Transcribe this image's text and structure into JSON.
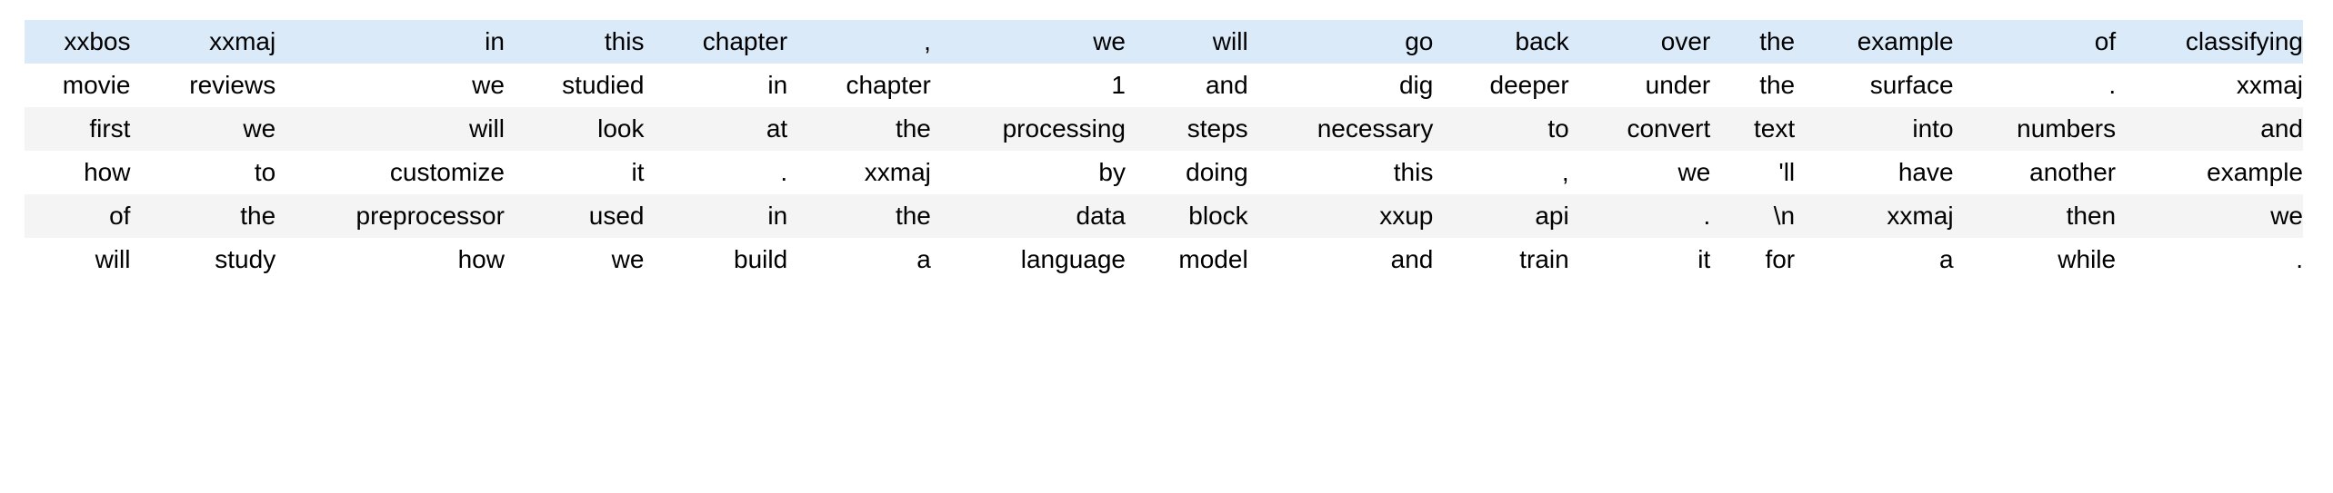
{
  "table": {
    "kind": "dataframe-token-grid",
    "row_count": 6,
    "column_count": 15,
    "colors": {
      "highlight_row_background": "#daeaf9",
      "striped_row_background": "#f4f4f4",
      "plain_row_background": "#ffffff",
      "text": "#000000",
      "page_background": "#ffffff"
    },
    "rows": [
      {
        "style": "highlight",
        "cells": [
          "xxbos",
          "xxmaj",
          "in",
          "this",
          "chapter",
          ",",
          "we",
          "will",
          "go",
          "back",
          "over",
          "the",
          "example",
          "of",
          "classifying"
        ]
      },
      {
        "style": "plain",
        "cells": [
          "movie",
          "reviews",
          "we",
          "studied",
          "in",
          "chapter",
          "1",
          "and",
          "dig",
          "deeper",
          "under",
          "the",
          "surface",
          ".",
          "xxmaj"
        ]
      },
      {
        "style": "striped",
        "cells": [
          "first",
          "we",
          "will",
          "look",
          "at",
          "the",
          "processing",
          "steps",
          "necessary",
          "to",
          "convert",
          "text",
          "into",
          "numbers",
          "and"
        ]
      },
      {
        "style": "plain",
        "cells": [
          "how",
          "to",
          "customize",
          "it",
          ".",
          "xxmaj",
          "by",
          "doing",
          "this",
          ",",
          "we",
          "'ll",
          "have",
          "another",
          "example"
        ]
      },
      {
        "style": "striped",
        "cells": [
          "of",
          "the",
          "preprocessor",
          "used",
          "in",
          "the",
          "data",
          "block",
          "xxup",
          "api",
          ".",
          "\\n",
          "xxmaj",
          "then",
          "we"
        ]
      },
      {
        "style": "plain",
        "cells": [
          "will",
          "study",
          "how",
          "we",
          "build",
          "a",
          "language",
          "model",
          "and",
          "train",
          "it",
          "for",
          "a",
          "while",
          "."
        ]
      }
    ]
  }
}
